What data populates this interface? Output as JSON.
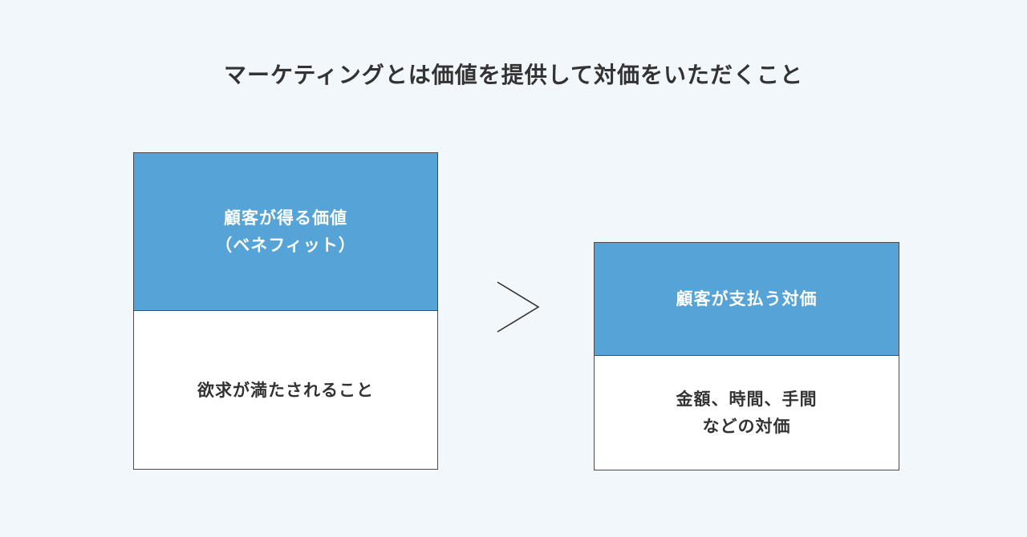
{
  "title": "マーケティングとは価値を提供して対価をいただくこと",
  "left_box": {
    "header_lines": [
      "顧客が得る価値",
      "（ベネフィット）"
    ],
    "body_lines": [
      "欲求が満たされること"
    ]
  },
  "comparison_symbol": "greater-than-icon",
  "right_box": {
    "header_lines": [
      "顧客が支払う対価"
    ],
    "body_lines": [
      "金額、時間、手間",
      "などの対価"
    ]
  },
  "colors": {
    "background": "#f2f7fb",
    "header_fill": "#55a3d7",
    "text": "#333333",
    "border": "#4a4a4a"
  }
}
